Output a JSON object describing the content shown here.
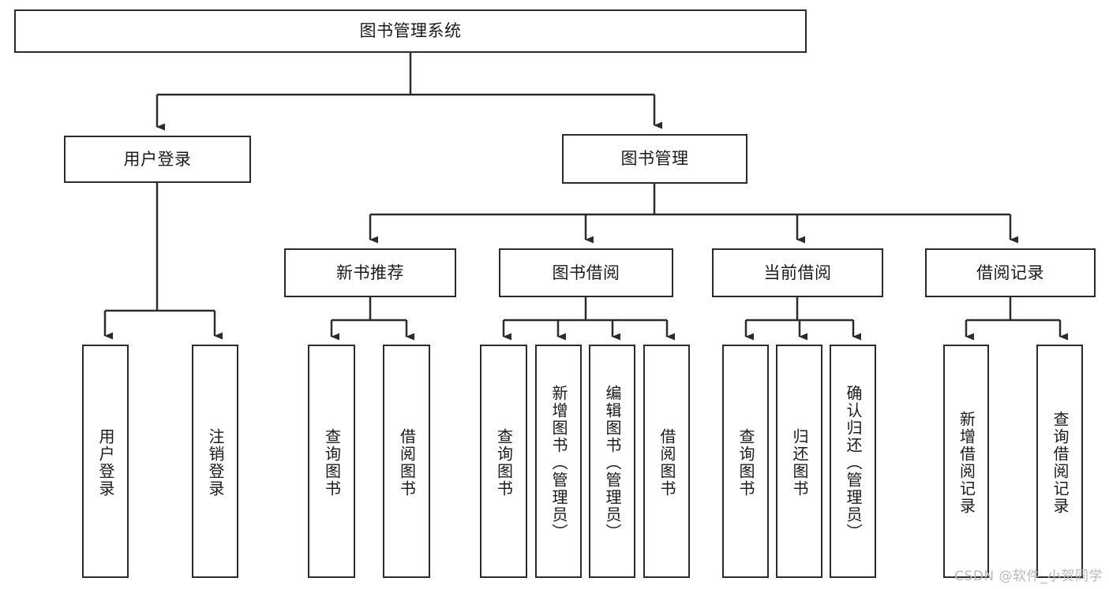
{
  "diagram": {
    "title": "图书管理系统",
    "type": "tree",
    "watermark": "CSDN @软件_小贺同学",
    "colors": {
      "stroke": "#2b2b2b",
      "fill": "#ffffff",
      "text": "#1a1a1a",
      "watermark": "#b9b9b9"
    },
    "nodes": {
      "root": {
        "label": "图书管理系统"
      },
      "level1": [
        {
          "label": "用户登录"
        },
        {
          "label": "图书管理"
        }
      ],
      "level2": [
        {
          "label": "新书推荐"
        },
        {
          "label": "图书借阅"
        },
        {
          "label": "当前借阅"
        },
        {
          "label": "借阅记录"
        }
      ],
      "leaves": {
        "user_login": [
          {
            "label": "用户登录"
          },
          {
            "label": "注销登录"
          }
        ],
        "new_book": [
          {
            "label": "查询图书"
          },
          {
            "label": "借阅图书"
          }
        ],
        "book_borrow": [
          {
            "label": "查询图书"
          },
          {
            "label": "新增图书（管理员）"
          },
          {
            "label": "编辑图书（管理员）"
          },
          {
            "label": "借阅图书"
          }
        ],
        "current_borrow": [
          {
            "label": "查询图书"
          },
          {
            "label": "归还图书"
          },
          {
            "label": "确认归还（管理员）"
          }
        ],
        "borrow_record": [
          {
            "label": "新增借阅记录"
          },
          {
            "label": "查询借阅记录"
          }
        ]
      }
    }
  }
}
